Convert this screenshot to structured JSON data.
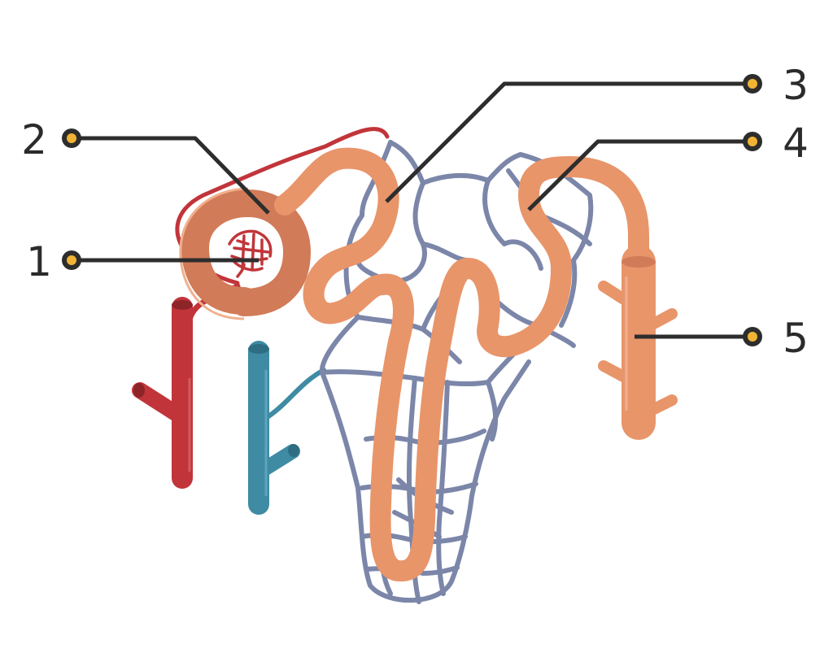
{
  "colors": {
    "artery": "#c1353a",
    "artery_dark": "#8e2428",
    "vein": "#3f8ba3",
    "vein_dark": "#2e6d82",
    "tubule": "#e8956a",
    "tubule_light": "#f1b08e",
    "capsule": "#d17b59",
    "capillary": "#7b86a9",
    "leader": "#2d2d2d",
    "dot": "#f2b335"
  },
  "callouts": [
    {
      "id": "1",
      "label": "1",
      "icon": "circle-marker-icon",
      "part": "glomerulus"
    },
    {
      "id": "2",
      "label": "2",
      "icon": "circle-marker-icon",
      "part": "bowmans-capsule"
    },
    {
      "id": "3",
      "label": "3",
      "icon": "circle-marker-icon",
      "part": "proximal-tubule"
    },
    {
      "id": "4",
      "label": "4",
      "icon": "circle-marker-icon",
      "part": "distal-tubule"
    },
    {
      "id": "5",
      "label": "5",
      "icon": "circle-marker-icon",
      "part": "collecting-duct"
    }
  ]
}
